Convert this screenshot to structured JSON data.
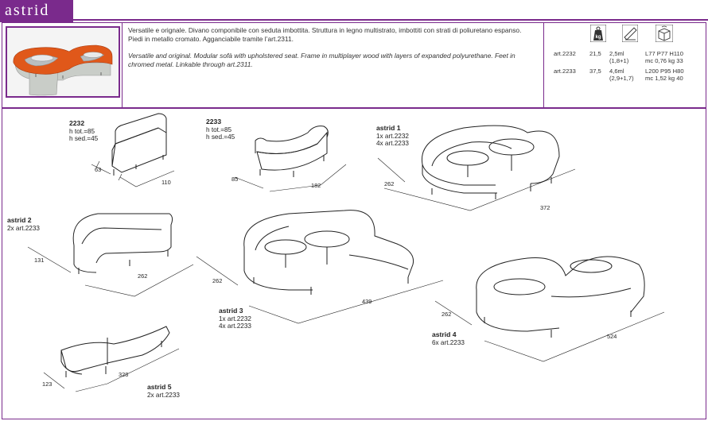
{
  "brand": {
    "name": "astrid"
  },
  "description": {
    "it": "Versatile e orignale. Divano componibile con seduta imbottita. Struttura in legno multistrato, imbottiti con strati di poliuretano espanso. Piedi in metallo cromato. Agganciabile tramite l’art.2311.",
    "en": "Versatile and original. Modular sofà with upholstered seat. Frame in multiplayer wood with layers of expanded polyurethane. Feet in chromed metal. Linkable through art.2311."
  },
  "spec_icons": [
    "weight-kg-icon",
    "fabric-roll-icon",
    "package-box-icon"
  ],
  "spec_rows": [
    {
      "art": "art.2232",
      "weight": "21,5",
      "fabric": "2,5ml",
      "fabric_split": "(1,8+1)",
      "size": "L77 P77 H110",
      "volume": "mc 0,76 kg 33"
    },
    {
      "art": "art.2233",
      "weight": "37,5",
      "fabric": "4,6ml",
      "fabric_split": "(2,9+1,7)",
      "size": "L200 P95 H80",
      "volume": "mc 1,52 kg 40"
    }
  ],
  "modules": [
    {
      "title": "2232",
      "line1": "h tot.=85",
      "line2": "h sed.=45"
    },
    {
      "title": "2233",
      "line1": "h tot.=85",
      "line2": "h sed.=45"
    },
    {
      "title": "astrid 1",
      "line1": "1x art.2232",
      "line2": "4x art.2233"
    },
    {
      "title": "astrid 2",
      "line1": "2x art.2233",
      "line2": ""
    },
    {
      "title": "astrid 3",
      "line1": "1x art.2232",
      "line2": "4x art.2233"
    },
    {
      "title": "astrid 4",
      "line1": "6x art.2233",
      "line2": ""
    },
    {
      "title": "astrid 5",
      "line1": "2x art.2233",
      "line2": ""
    }
  ],
  "dimensions": {
    "m2232_depth": "63",
    "m2232_width": "110",
    "m2233_depth": "85",
    "m2233_width": "182",
    "a1_depth": "262",
    "a1_width": "372",
    "a2_depth": "131",
    "a2_width": "262",
    "a3_depth": "262",
    "a3_width": "439",
    "a4_depth": "262",
    "a4_width": "524",
    "a5_depth": "123",
    "a5_width": "328"
  },
  "colors": {
    "brand": "#7a2a8c",
    "seat_orange": "#e0581a",
    "base_grey": "#c9cdc8"
  }
}
